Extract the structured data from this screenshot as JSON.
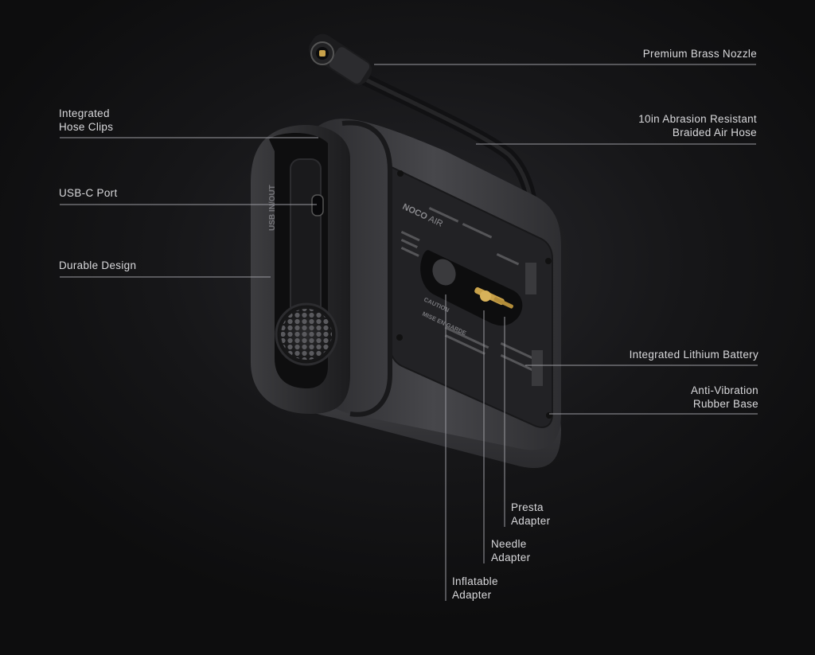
{
  "callouts": {
    "nozzle": {
      "lines": [
        "Premium Brass Nozzle"
      ]
    },
    "hose": {
      "lines": [
        "10in Abrasion Resistant",
        "Braided Air Hose"
      ]
    },
    "hose_clips": {
      "lines": [
        "Integrated",
        "Hose Clips"
      ]
    },
    "usb_port": {
      "lines": [
        "USB-C Port"
      ]
    },
    "durable": {
      "lines": [
        "Durable Design"
      ]
    },
    "battery": {
      "lines": [
        "Integrated Lithium Battery"
      ]
    },
    "base": {
      "lines": [
        "Anti-Vibration",
        "Rubber Base"
      ]
    },
    "presta": {
      "lines": [
        "Presta",
        "Adapter"
      ]
    },
    "needle": {
      "lines": [
        "Needle",
        "Adapter"
      ]
    },
    "inflatable": {
      "lines": [
        "Inflatable",
        "Adapter"
      ]
    }
  },
  "device": {
    "brand": "NOCO",
    "brand_sub": "AIR",
    "side_label": "USB IN/OUT",
    "caution": "CAUTION",
    "caution_fr": "MISE EN GARDE"
  },
  "colors": {
    "background": "#161618",
    "line": "#9a9aa0",
    "text": "#d9d9dc",
    "body": "#3a3a3d",
    "brass": "#c9a24a"
  }
}
